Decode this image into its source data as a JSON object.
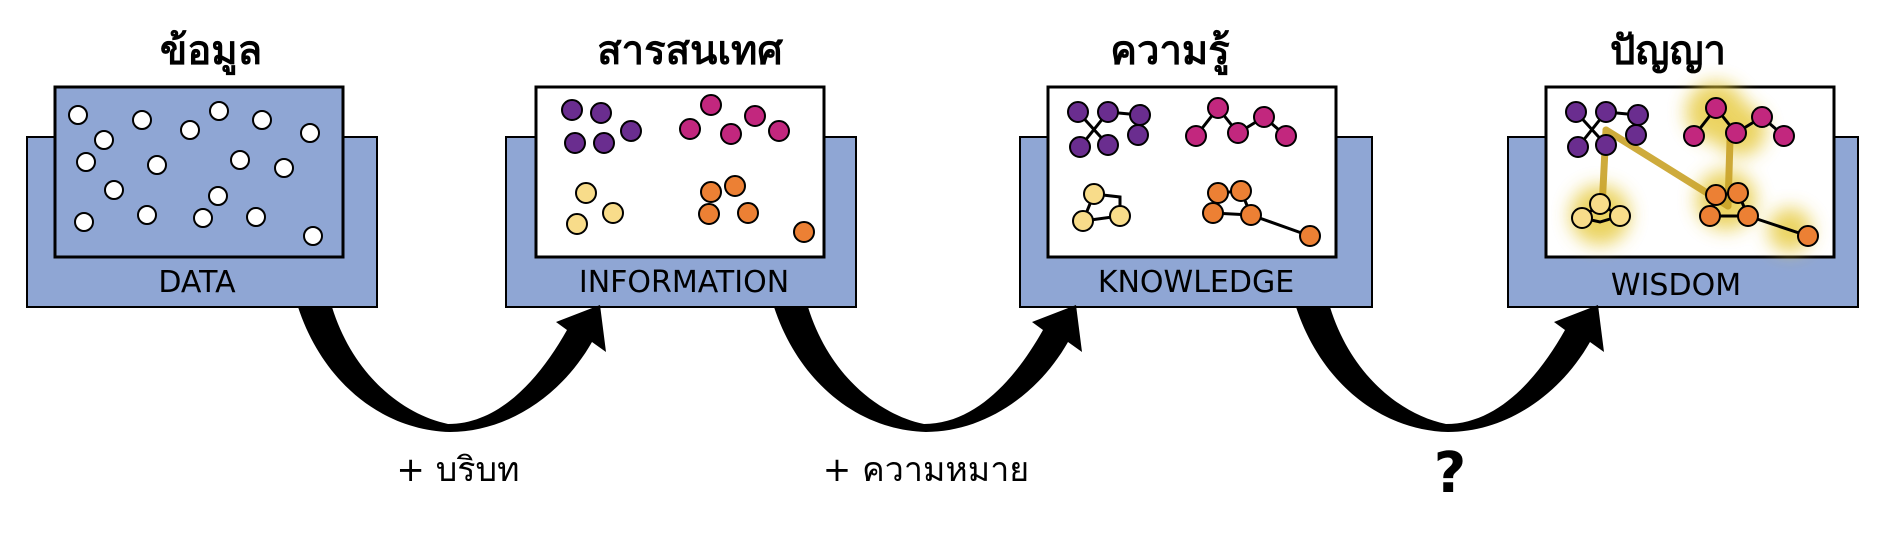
{
  "colors": {
    "panel": "#8fa6d4",
    "white_dot": "#ffffff",
    "purple": "#6a2d8f",
    "magenta": "#c2277e",
    "yellow": "#f8dc8a",
    "orange": "#ec8034",
    "wisdom_glow": "#e6c93a",
    "wisdom_link": "#c9a227",
    "outline": "#000000"
  },
  "stages": [
    {
      "title": "ข้อมูล",
      "label": "DATA"
    },
    {
      "title": "สารสนเทศ",
      "label": "INFORMATION"
    },
    {
      "title": "ความรู้",
      "label": "KNOWLEDGE"
    },
    {
      "title": "ปัญญา",
      "label": "WISDOM"
    }
  ],
  "transitions": [
    {
      "label": "+ บริบท"
    },
    {
      "label": "+ ความหมาย"
    },
    {
      "label": "?"
    }
  ]
}
